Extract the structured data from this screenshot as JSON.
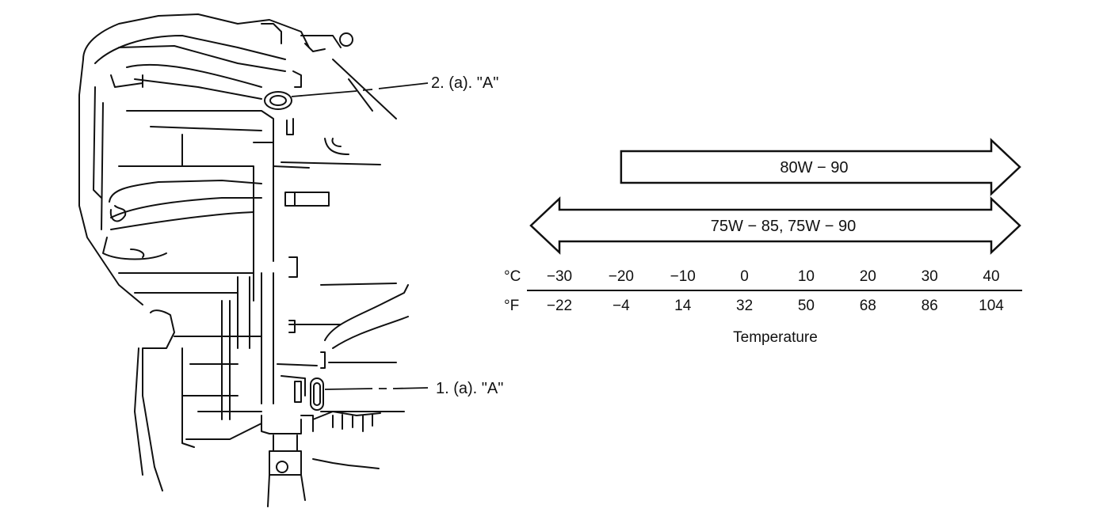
{
  "callouts": [
    {
      "label": "2. (a). \"A\""
    },
    {
      "label": "1. (a). \"A\""
    }
  ],
  "chart_data": {
    "type": "range-band",
    "units": {
      "primary": "°C",
      "secondary": "°F"
    },
    "ticks_c": [
      "−30",
      "−20",
      "−10",
      "0",
      "10",
      "20",
      "30",
      "40"
    ],
    "ticks_f": [
      "−22",
      "−4",
      "14",
      "32",
      "50",
      "68",
      "86",
      "104"
    ],
    "xlim_c": [
      -30,
      40
    ],
    "bands": [
      {
        "label": "80W − 90",
        "from_c": -20,
        "to_c": 40,
        "open_left": false,
        "open_right": true
      },
      {
        "label": "75W − 85, 75W − 90",
        "from_c": -30,
        "to_c": 40,
        "open_left": true,
        "open_right": true
      }
    ],
    "xlabel": "Temperature"
  }
}
